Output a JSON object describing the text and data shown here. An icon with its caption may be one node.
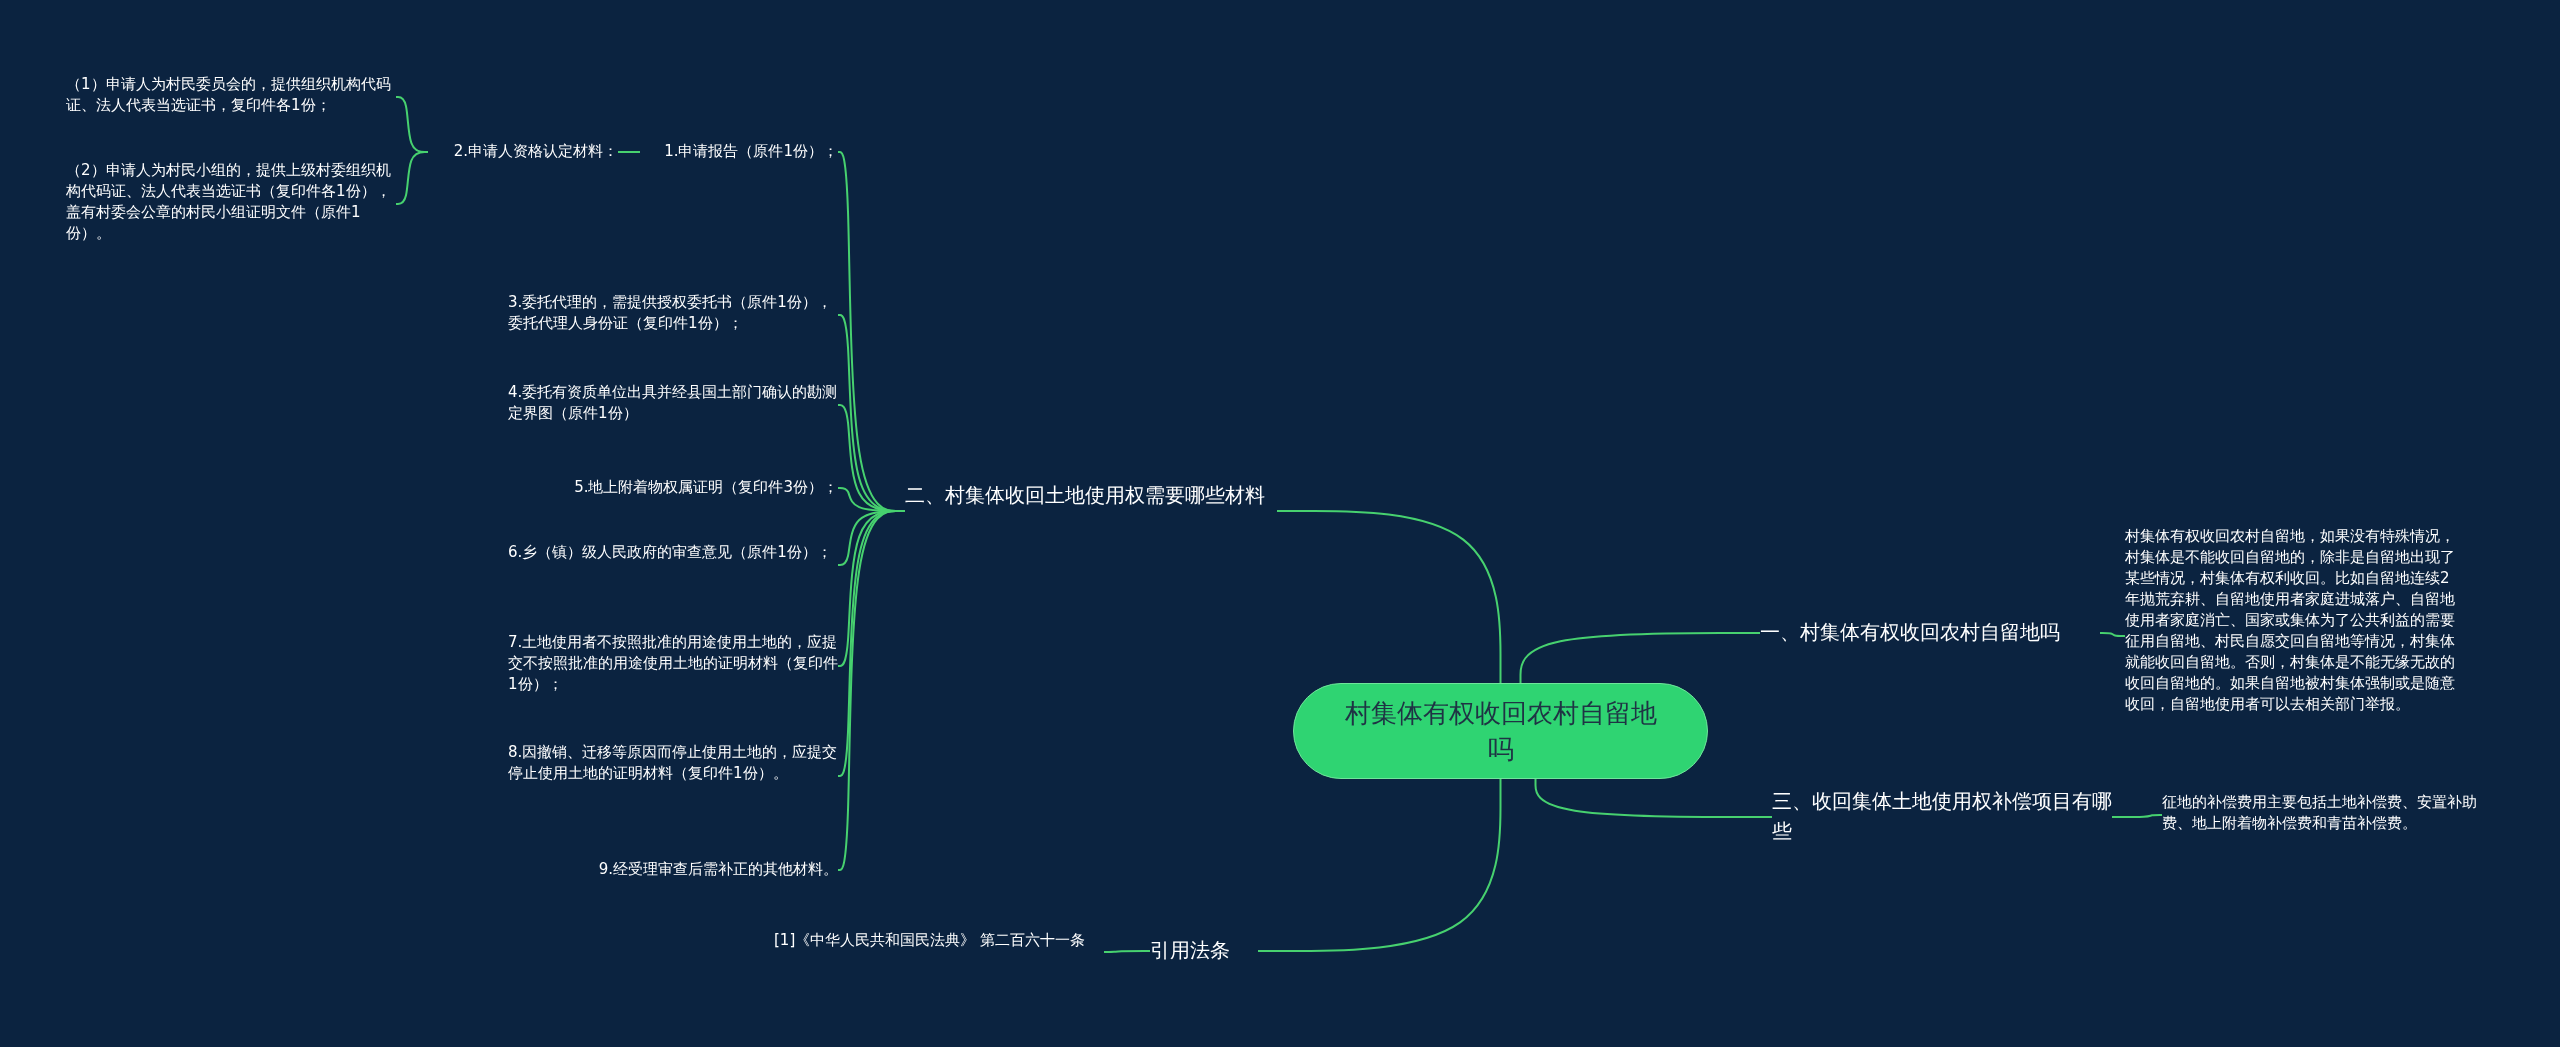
{
  "diagram": {
    "nodes": [
      {
        "text": [
          "村集体有权收回农村自留地吗"
        ]
      },
      {
        "text": [
          "一、村集体有权收回农村自留地吗"
        ]
      },
      {
        "text": [
          "村集体有权收回农村自留地，如果没有特殊情况，村集体是不能收回自留地的，除非是自留地出现了某些情况，村集体有权利收回。比如自留地连续2年抛荒弃耕、自留地使用者家庭进城落户、自留地使用者家庭消亡、国家或集体为了公共利益的需要征用自留地、村民自愿交回自留地等情况，村集体就能收回自留地。否则，村集体是不能无缘无故的收回自留地的。如果自留地被村集体强制或是随意收回，自留地使用者可以去相关部门举报。"
        ]
      },
      {
        "text": [
          "二、村集体收回土地使用权需要哪些材料"
        ]
      },
      {
        "text": [
          "1.申请报告（原件1份）；"
        ]
      },
      {
        "text": [
          "2.申请人资格认定材料："
        ]
      },
      {
        "text": [
          "（1）申请人为村民委员会的，提供组织机构代码证、法人代表当选证书，复印件各1份；"
        ]
      },
      {
        "text": [
          "（2）申请人为村民小组的，提供上级村委组织机构代码证、法人代表当选证书（复印件各1份），盖有村委会公章的村民小组证明文件（原件1份）。"
        ]
      },
      {
        "text": [
          "3.委托代理的，需提供授权委托书（原件1份），委托代理人身份证（复印件1份）；"
        ]
      },
      {
        "text": [
          "4.委托有资质单位出具并经县国土部门确认的勘测定界图（原件1份）"
        ]
      },
      {
        "text": [
          "5.地上附着物权属证明（复印件3份）；"
        ]
      },
      {
        "text": [
          "6.乡（镇）级人民政府的审查意见（原件1份）；"
        ]
      },
      {
        "text": [
          "7.土地使用者不按照批准的用途使用土地的，应提交不按照批准的用途使用土地的证明材料（复印件1份）；"
        ]
      },
      {
        "text": [
          "8.因撤销、迁移等原因而停止使用土地的，应提交停止使用土地的证明材料（复印件1份）。"
        ]
      },
      {
        "text": [
          "9.经受理审查后需补正的其他材料。"
        ]
      },
      {
        "text": [
          "三、收回集体土地使用权补偿项目有哪些"
        ]
      },
      {
        "text": [
          "征地的补偿费用主要包括土地补偿费、安置补助费、地上附着物补偿费和青苗补偿费。"
        ]
      },
      {
        "text": [
          "引用法条"
        ]
      },
      {
        "text": [
          "[1]《中华人民共和国民法典》 第二百六十一条"
        ]
      }
    ],
    "edges": [
      {
        "from": 0,
        "to": 1,
        "arrow": "none"
      },
      {
        "from": 1,
        "to": 2,
        "arrow": "none"
      },
      {
        "from": 0,
        "to": 3,
        "arrow": "none"
      },
      {
        "from": 3,
        "to": 4,
        "arrow": "none"
      },
      {
        "from": 4,
        "to": 5,
        "arrow": "none"
      },
      {
        "from": 5,
        "to": 6,
        "arrow": "none"
      },
      {
        "from": 5,
        "to": 7,
        "arrow": "none"
      },
      {
        "from": 3,
        "to": 8,
        "arrow": "none"
      },
      {
        "from": 3,
        "to": 9,
        "arrow": "none"
      },
      {
        "from": 3,
        "to": 10,
        "arrow": "none"
      },
      {
        "from": 3,
        "to": 11,
        "arrow": "none"
      },
      {
        "from": 3,
        "to": 12,
        "arrow": "none"
      },
      {
        "from": 3,
        "to": 13,
        "arrow": "none"
      },
      {
        "from": 3,
        "to": 14,
        "arrow": "none"
      },
      {
        "from": 0,
        "to": 15,
        "arrow": "none"
      },
      {
        "from": 15,
        "to": 16,
        "arrow": "none"
      },
      {
        "from": 0,
        "to": 17,
        "arrow": "none"
      },
      {
        "from": 17,
        "to": 18,
        "arrow": "none"
      }
    ]
  }
}
